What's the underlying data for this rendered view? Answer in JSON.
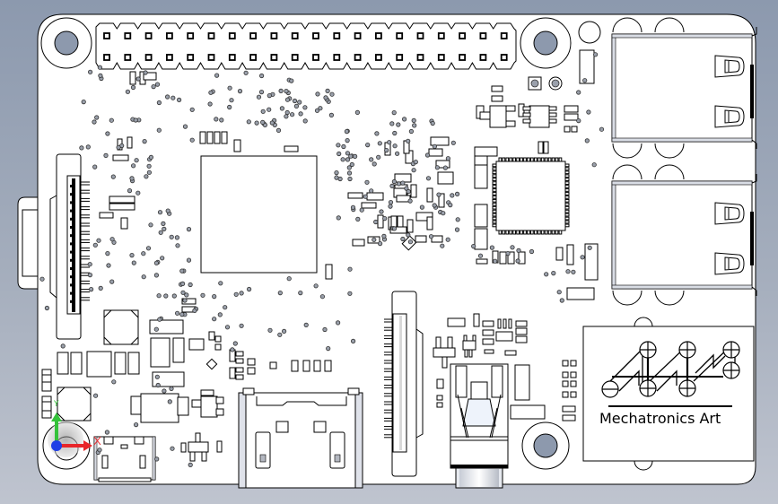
{
  "viewer": {
    "model_type": "PCB board assembly (top view)",
    "background_gradient": [
      "#8c99ae",
      "#bfc4cf"
    ]
  },
  "board": {
    "color": "#ffffff",
    "outline_color": "#000000",
    "mounting_hole_fill": "#8d99ad"
  },
  "gpio_header": {
    "rows": 2,
    "pins_per_row": 20
  },
  "usb_ports": [
    {
      "name": "usb-port-upper",
      "latches": 2
    },
    {
      "name": "usb-port-lower",
      "latches": 2
    }
  ],
  "logo": {
    "text": "Mechatronics Art"
  },
  "triad": {
    "x_label": "X",
    "y_label": "Y",
    "x_color": "#e8262a",
    "y_color": "#34c23a",
    "z_color": "#1f3ee6"
  },
  "ics": {
    "main_soc": "soc-chip",
    "usb_lan_chip": "usb-lan-controller",
    "qfp_pins_per_side": 18
  }
}
